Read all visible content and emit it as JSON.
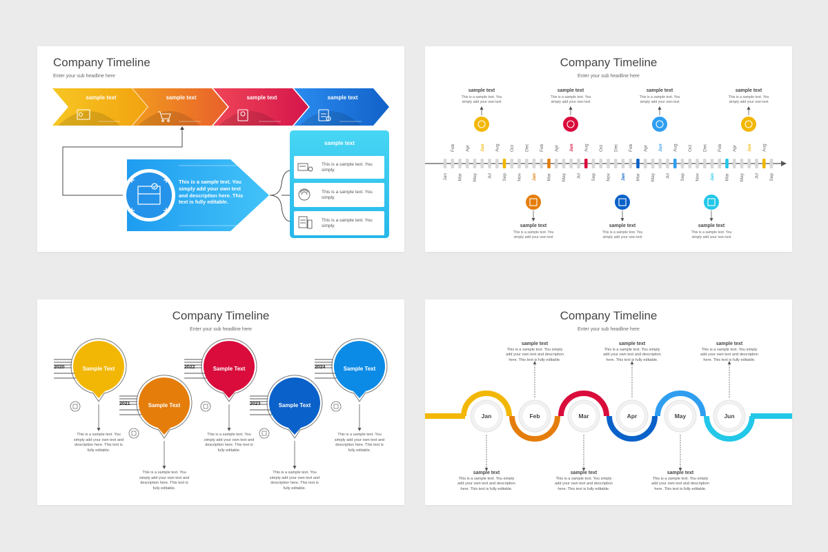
{
  "colors": {
    "yellow": "#f2b705",
    "orange": "#e57d0b",
    "red": "#d90c3c",
    "blue": "#0a61c9",
    "lightblue": "#2f9ef0",
    "cyan": "#23c7e8",
    "gray": "#555555"
  },
  "s1": {
    "title": "Company Timeline",
    "sub": "Enter your sub headline here",
    "arrows": [
      "sample text",
      "sample text",
      "sample text",
      "sample text"
    ],
    "main_text": "This is a sample text. You simply add your own text and description here. This text is fully editable.",
    "panel_title": "sample text",
    "panel_items": [
      "This is a sample text. You simply.",
      "This is a sample text. You simply.",
      "This is a sample text. You simply."
    ]
  },
  "s2": {
    "title": "Company Timeline",
    "sub": "Enter your sub headline here",
    "top_months": [
      "Feb",
      "Apr",
      "Jun",
      "Aug",
      "Oct",
      "Dec",
      "Feb",
      "Apr",
      "Jun",
      "Aug",
      "Oct",
      "Dec",
      "Feb",
      "Apr",
      "Jun",
      "Aug",
      "Oct",
      "Dec",
      "Feb",
      "Apr",
      "Jun",
      "Aug"
    ],
    "bottom_months": [
      "Jan",
      "Mar",
      "May",
      "Jul",
      "Sep",
      "Nov",
      "Jan",
      "Mar",
      "May",
      "Jul",
      "Sep",
      "Nov",
      "Jan",
      "Mar",
      "May",
      "Jul",
      "Sep",
      "Nov",
      "Jan",
      "Mar",
      "May",
      "Jul",
      "Sep"
    ],
    "callout_title": "sample text",
    "callout_text": "This is a sample text. You simply add your own text"
  },
  "s3": {
    "title": "Company Timeline",
    "sub": "Enter your sub headline here",
    "pin_label": "Sample Text",
    "years": [
      "2020",
      "2021",
      "2022",
      "2023",
      "2024"
    ],
    "desc": "This is a sample text. You simply add your own text and description here. This text is fully editable."
  },
  "s4": {
    "title": "Company Timeline",
    "sub": "Enter your sub headline here",
    "months": [
      "Jan",
      "Feb",
      "Mar",
      "Apr",
      "May",
      "Jun"
    ],
    "callout_title": "sample text",
    "callout_text": "This is a sample text. You simply add your own text and description here. This text is fully editable."
  }
}
